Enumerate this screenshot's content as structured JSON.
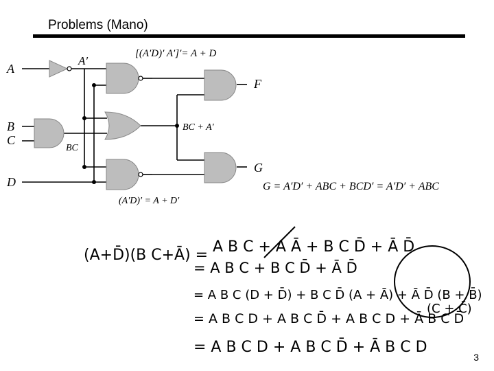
{
  "slide": {
    "title": "Problems (Mano)",
    "page_number": "3"
  },
  "circuit": {
    "inputs": {
      "a": "A",
      "b": "B",
      "c": "C",
      "d": "D"
    },
    "outputs": {
      "f": "F",
      "g": "G"
    },
    "labels": {
      "a_prime": "A′",
      "bc": "BC",
      "top_eq": "[(A′D)′ A′]′= A + D",
      "bc_plus": "BC + A′",
      "bottom_eq": "(A′D)′ = A + D′",
      "g_eq": "G = A′D′ + ABC + BCD′ = A′D′ + ABC"
    }
  },
  "handwriting": {
    "lhs": "(A+D̄)(B C+Ā) =",
    "line1": "A B C + A Ā + B C D̄ + Ā D̄",
    "line2": "= A B C + B C D̄ + Ā D̄",
    "line3": "= A B C (D + D̄) + B C D̄ (A + Ā) + Ā D̄ (B + B̄)",
    "line3b": "(C + C̄)",
    "line4": "= A B C D + A B C D̄ + A B C D + Ā B C D̄",
    "line5": "= A B C D + A B C D̄ + Ā B C D"
  }
}
